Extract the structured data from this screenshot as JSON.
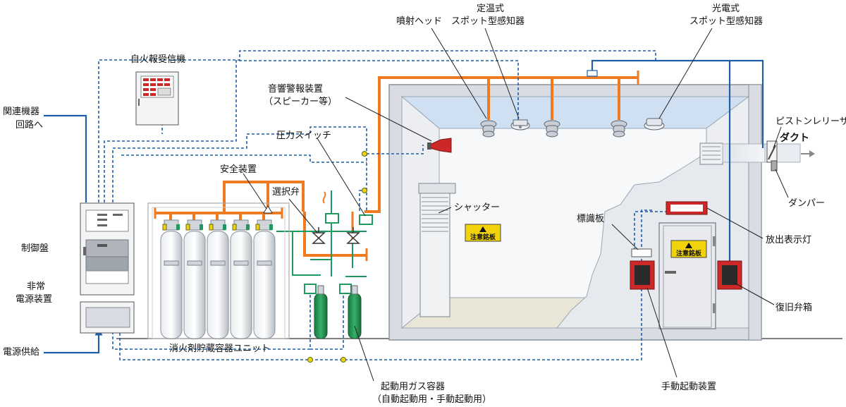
{
  "labels": {
    "receiver": "自火報受信機",
    "related_1": "関連機器",
    "related_2": "回路へ",
    "control_panel": "制御盤",
    "emergency_1": "非常",
    "emergency_2": "電源装置",
    "power_supply": "電源供給",
    "safety_device": "安全装置",
    "selector_valve": "選択弁",
    "pressure_switch": "圧力スイッチ",
    "alarm_1": "音響警報装置",
    "alarm_2": "（スピーカー等）",
    "nozzle": "噴射ヘッド",
    "heat_1": "定温式",
    "heat_2": "スポット型感知器",
    "photo_1": "光電式",
    "photo_2": "スポット型感知器",
    "piston_releaser": "ピストンレリーザ",
    "duct": "ダクト",
    "damper": "ダンパー",
    "shutter": "シャッター",
    "sign_plate": "標識板",
    "discharge_lamp": "放出表示灯",
    "reset_box": "復旧弁箱",
    "manual_start": "手動起動装置",
    "storage_unit": "消火剤貯蔵容器ユニット",
    "starter_1": "起動用ガス容器",
    "starter_2": "（自動起動用・手動起動用）",
    "caution_a": "注意銘板",
    "caution_b": "注意銘板"
  },
  "colors": {
    "gas_pipe": "#ee7a22",
    "signal_line": "#1f5ea8",
    "green_pipe": "#1e9a60",
    "cylinder": "#c9ced6",
    "starter_cylinder": "#1e8a4a",
    "room_wall": "#d9dde3",
    "ceiling": "#cfe0f2",
    "red_device": "#cc2828",
    "caution_yellow": "#f2d20a"
  }
}
